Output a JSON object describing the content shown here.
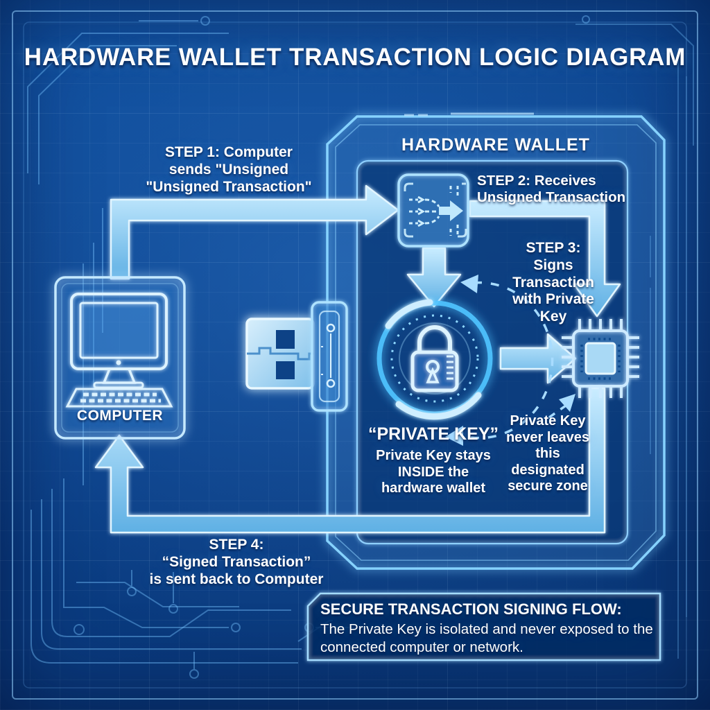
{
  "title": "HARDWARE WALLET TRANSACTION LOGIC DIAGRAM",
  "colors": {
    "background": "#0c4390",
    "accent": "#7fd4ff",
    "glow": "#3ab6ff",
    "arrow_fill": "#8ccdf0",
    "text": "#ffffff"
  },
  "nodes": {
    "computer": {
      "label": "COMPUTER"
    },
    "hardware_wallet": {
      "label": "HARDWARE WALLET"
    },
    "private_key": {
      "title": "“PRIVATE KEY”",
      "note": "Private Key stays\nINSIDE the\nhardware wallet"
    },
    "secure_zone": {
      "note": "Private Key\nnever leaves\nthis\ndesignated\nsecure zone"
    }
  },
  "steps": [
    {
      "id": 1,
      "text": "STEP 1: Computer\nsends \"Unsigned\n\"Unsigned Transaction\""
    },
    {
      "id": 2,
      "text": "STEP 2: Receives\nUnsigned Transaction"
    },
    {
      "id": 3,
      "text": "STEP 3:\nSigns\nTransaction\nwith Private\nKey"
    },
    {
      "id": 4,
      "text": "STEP 4:\n“Signed Transaction”\nis sent back to Computer"
    }
  ],
  "footer": {
    "heading": "SECURE TRANSACTION SIGNING FLOW:",
    "body": "The Private Key is isolated and never exposed to the\nconnected computer or network."
  },
  "icons": [
    "computer-icon",
    "usb-plug-icon",
    "usb-port-icon",
    "data-flow-icon",
    "padlock-icon",
    "secure-ring-icon",
    "chip-icon"
  ]
}
